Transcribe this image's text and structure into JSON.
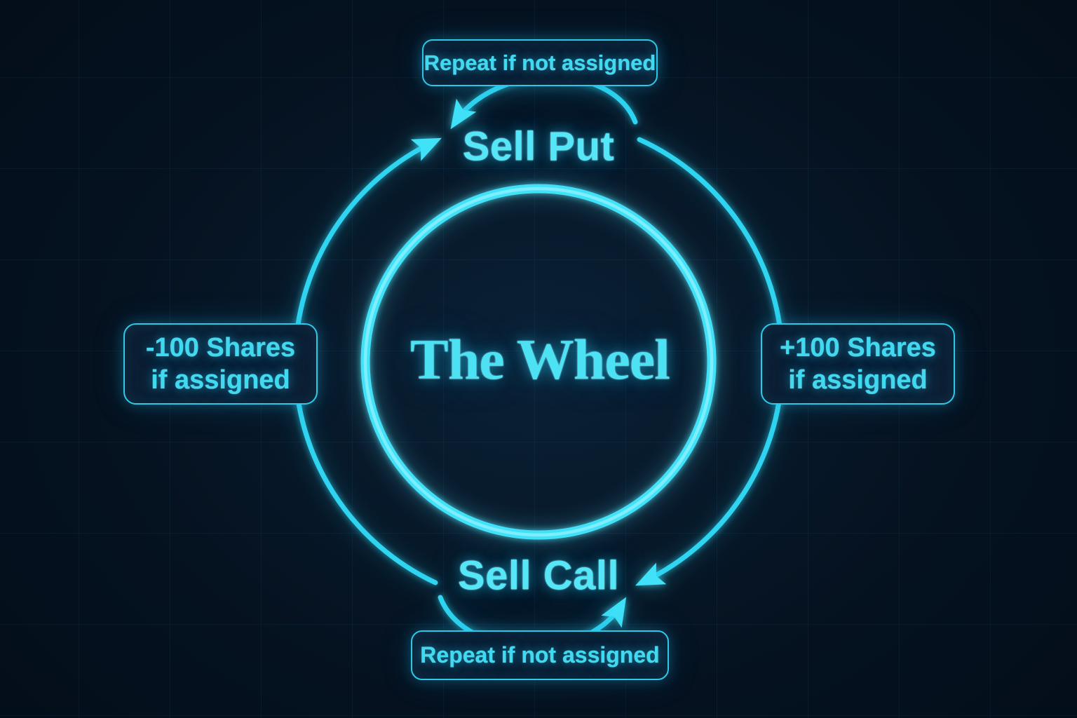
{
  "diagram": {
    "title": "The Wheel",
    "top_node": "Sell Put",
    "bottom_node": "Sell Call",
    "top_repeat_label": "Repeat if not assigned",
    "bottom_repeat_label": "Repeat if not assigned",
    "left_box": {
      "line1": "-100 Shares",
      "line2": "if assigned"
    },
    "right_box": {
      "line1": "+100 Shares",
      "line2": "if assigned"
    }
  },
  "theme": {
    "bg": "#04101d",
    "accent": "#41e2f8",
    "accent_core": "#8af0ff",
    "curve": "#2fd4f0",
    "box_border": "#2fc9e8",
    "box_fill": "#0c1f33",
    "box_text": "#41d9f0",
    "node_text": "#55e7f8",
    "title_text": "#4ce2f4"
  }
}
